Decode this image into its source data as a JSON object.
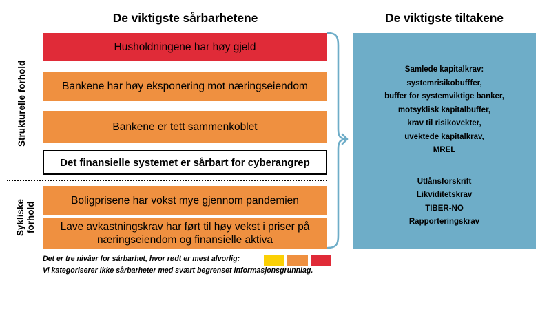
{
  "headings": {
    "vulnerabilities": "De viktigste sårbarhetene",
    "measures": "De viktigste tiltakene"
  },
  "groups": {
    "structural": "Strukturelle forhold",
    "cyclical": "Sykliske\nforhold"
  },
  "vulnerabilities": [
    {
      "label": "Husholdningene har høy gjeld",
      "level": "red",
      "group": "structural"
    },
    {
      "label": "Bankene har høy eksponering mot næringseiendom",
      "level": "orange",
      "group": "structural"
    },
    {
      "label": "Bankene er tett sammenkoblet",
      "level": "orange",
      "group": "structural"
    },
    {
      "label": "Det finansielle systemet er sårbart for cyberangrep",
      "level": "uncategorised",
      "group": "structural"
    },
    {
      "label": "Boligprisene har vokst mye gjennom pandemien",
      "level": "orange",
      "group": "cyclical"
    },
    {
      "label": "Lave avkastningskrav har ført til høy vekst i priser på næringseiendom og finansielle aktiva",
      "level": "orange",
      "group": "cyclical"
    }
  ],
  "measures": {
    "block1": "Samlede kapitalkrav:\nsystemrisikobufffer,\nbuffer for systemviktige banker,\nmotsyklisk kapitalbuffer,\nkrav til risikovekter,\nuvektede kapitalkrav,\nMREL",
    "block2": "Utlånsforskrift\nLikviditetskrav\nTIBER-NO\nRapporteringskrav"
  },
  "legend": {
    "line1": "Det er tre nivåer for sårbarhet, hvor rødt er mest alvorlig:",
    "line2": "Vi kategoriserer ikke sårbarheter med svært begrenset informasjonsgrunnlag.",
    "swatches": [
      {
        "name": "yellow",
        "color": "#fbd005"
      },
      {
        "name": "orange",
        "color": "#ef9040"
      },
      {
        "name": "red",
        "color": "#e02b38"
      }
    ]
  },
  "colors": {
    "red": "#e02b38",
    "orange": "#ef9040",
    "yellow": "#fbd005",
    "panel_blue": "#6eadc8",
    "brace_blue": "#6eadc8",
    "background": "#ffffff"
  }
}
